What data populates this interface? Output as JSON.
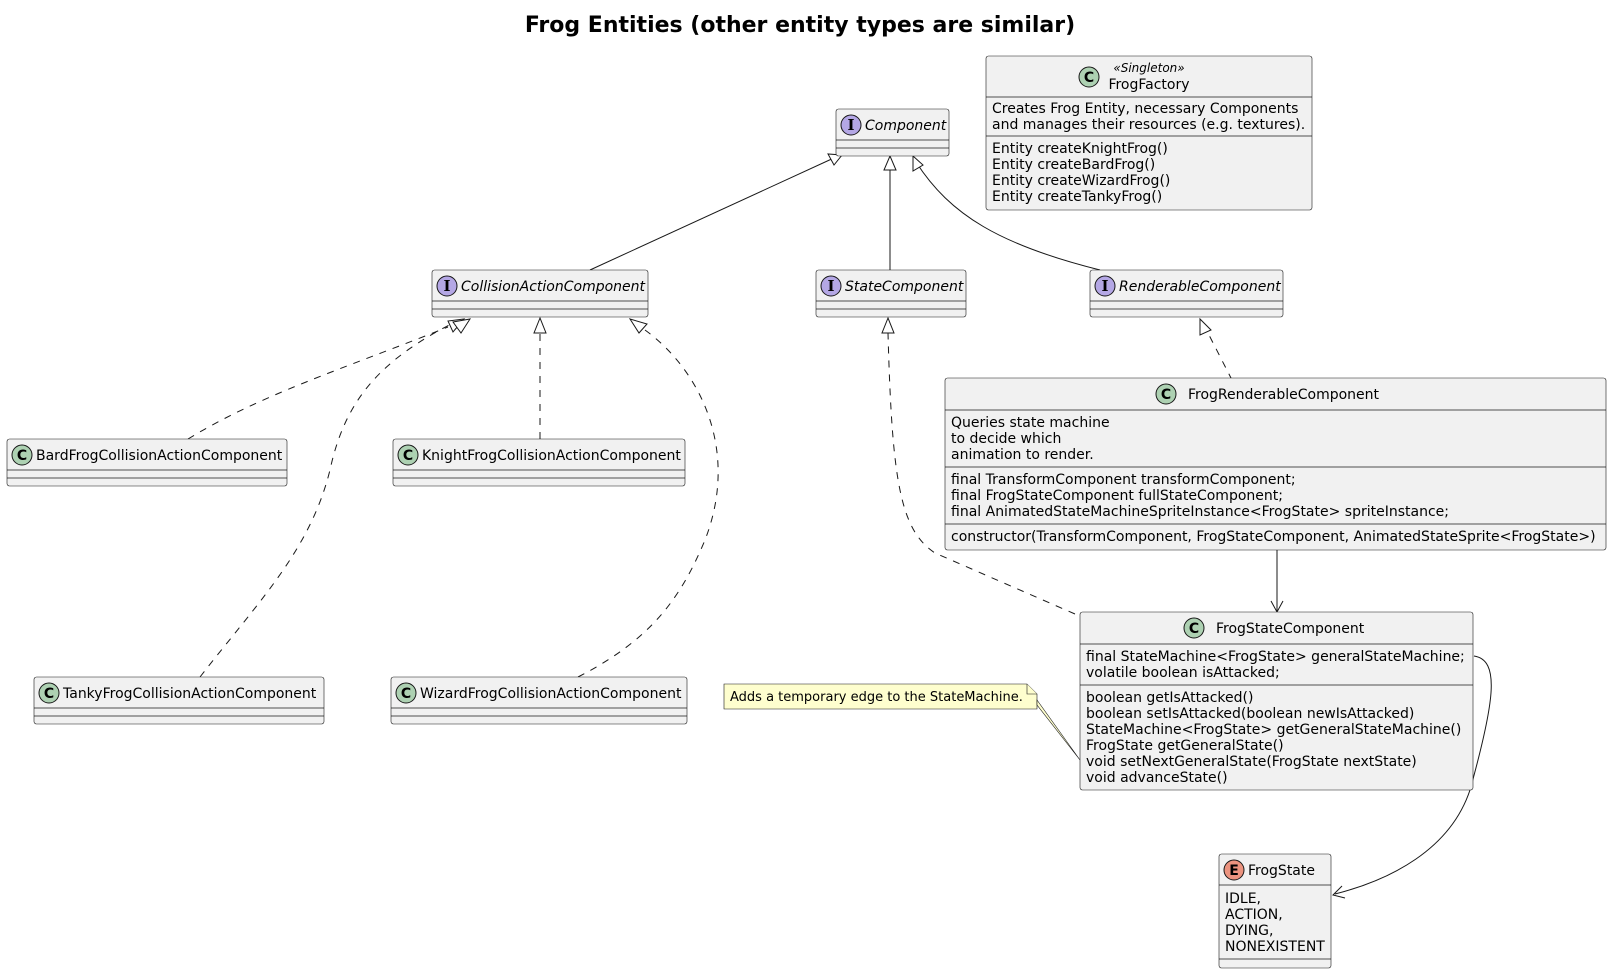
{
  "title": "Frog Entities (other entity types are similar)",
  "colors": {
    "class_fill": "#f1f1f1",
    "class_badge": "#add1b2",
    "interface_badge": "#b4a7e5",
    "enum_badge": "#eb937f",
    "note_fill": "#fefece",
    "line": "#181818"
  },
  "nodes": {
    "frog_factory": {
      "kind": "class",
      "badge": "C",
      "stereotype": "«Singleton»",
      "name": "FrogFactory",
      "description": [
        "Creates Frog Entity, necessary Components",
        "and manages their resources (e.g. textures)."
      ],
      "methods": [
        "Entity createKnightFrog()",
        "Entity createBardFrog()",
        "Entity createWizardFrog()",
        "Entity createTankyFrog()"
      ]
    },
    "component": {
      "kind": "interface",
      "badge": "I",
      "name": "Component"
    },
    "collision_action_component": {
      "kind": "interface",
      "badge": "I",
      "name": "CollisionActionComponent"
    },
    "state_component": {
      "kind": "interface",
      "badge": "I",
      "name": "StateComponent"
    },
    "renderable_component": {
      "kind": "interface",
      "badge": "I",
      "name": "RenderableComponent"
    },
    "bard_collision": {
      "kind": "class",
      "badge": "C",
      "name": "BardFrogCollisionActionComponent"
    },
    "knight_collision": {
      "kind": "class",
      "badge": "C",
      "name": "KnightFrogCollisionActionComponent"
    },
    "tanky_collision": {
      "kind": "class",
      "badge": "C",
      "name": "TankyFrogCollisionActionComponent"
    },
    "wizard_collision": {
      "kind": "class",
      "badge": "C",
      "name": "WizardFrogCollisionActionComponent"
    },
    "frog_renderable_component": {
      "kind": "class",
      "badge": "C",
      "name": "FrogRenderableComponent",
      "description": [
        "Queries state machine",
        "to decide which",
        "animation to render."
      ],
      "fields": [
        "final TransformComponent transformComponent;",
        "final FrogStateComponent fullStateComponent;",
        "final AnimatedStateMachineSpriteInstance<FrogState> spriteInstance;"
      ],
      "methods": [
        "constructor(TransformComponent, FrogStateComponent, AnimatedStateSprite<FrogState>)"
      ]
    },
    "frog_state_component": {
      "kind": "class",
      "badge": "C",
      "name": "FrogStateComponent",
      "fields": [
        "final StateMachine<FrogState> generalStateMachine;",
        "volatile boolean isAttacked;"
      ],
      "methods": [
        "boolean getIsAttacked()",
        "boolean setIsAttacked(boolean newIsAttacked)",
        "StateMachine<FrogState> getGeneralStateMachine()",
        "FrogState getGeneralState()",
        "void setNextGeneralState(FrogState nextState)",
        "void advanceState()"
      ]
    },
    "frog_state": {
      "kind": "enum",
      "badge": "E",
      "name": "FrogState",
      "values": [
        "IDLE,",
        "ACTION,",
        "DYING,",
        "NONEXISTENT"
      ]
    }
  },
  "note": {
    "text": "Adds a temporary edge to the StateMachine.",
    "attached_to": "void setNextGeneralState(FrogState nextState)"
  },
  "relations": [
    {
      "from": "CollisionActionComponent",
      "to": "Component",
      "type": "extends"
    },
    {
      "from": "StateComponent",
      "to": "Component",
      "type": "extends"
    },
    {
      "from": "RenderableComponent",
      "to": "Component",
      "type": "extends"
    },
    {
      "from": "BardFrogCollisionActionComponent",
      "to": "CollisionActionComponent",
      "type": "implements"
    },
    {
      "from": "KnightFrogCollisionActionComponent",
      "to": "CollisionActionComponent",
      "type": "implements"
    },
    {
      "from": "TankyFrogCollisionActionComponent",
      "to": "CollisionActionComponent",
      "type": "implements"
    },
    {
      "from": "WizardFrogCollisionActionComponent",
      "to": "CollisionActionComponent",
      "type": "implements"
    },
    {
      "from": "FrogRenderableComponent",
      "to": "RenderableComponent",
      "type": "implements"
    },
    {
      "from": "FrogStateComponent",
      "to": "StateComponent",
      "type": "implements"
    },
    {
      "from": "FrogRenderableComponent",
      "to": "FrogStateComponent",
      "type": "association"
    },
    {
      "from": "FrogStateComponent",
      "to": "FrogState",
      "type": "association"
    }
  ]
}
